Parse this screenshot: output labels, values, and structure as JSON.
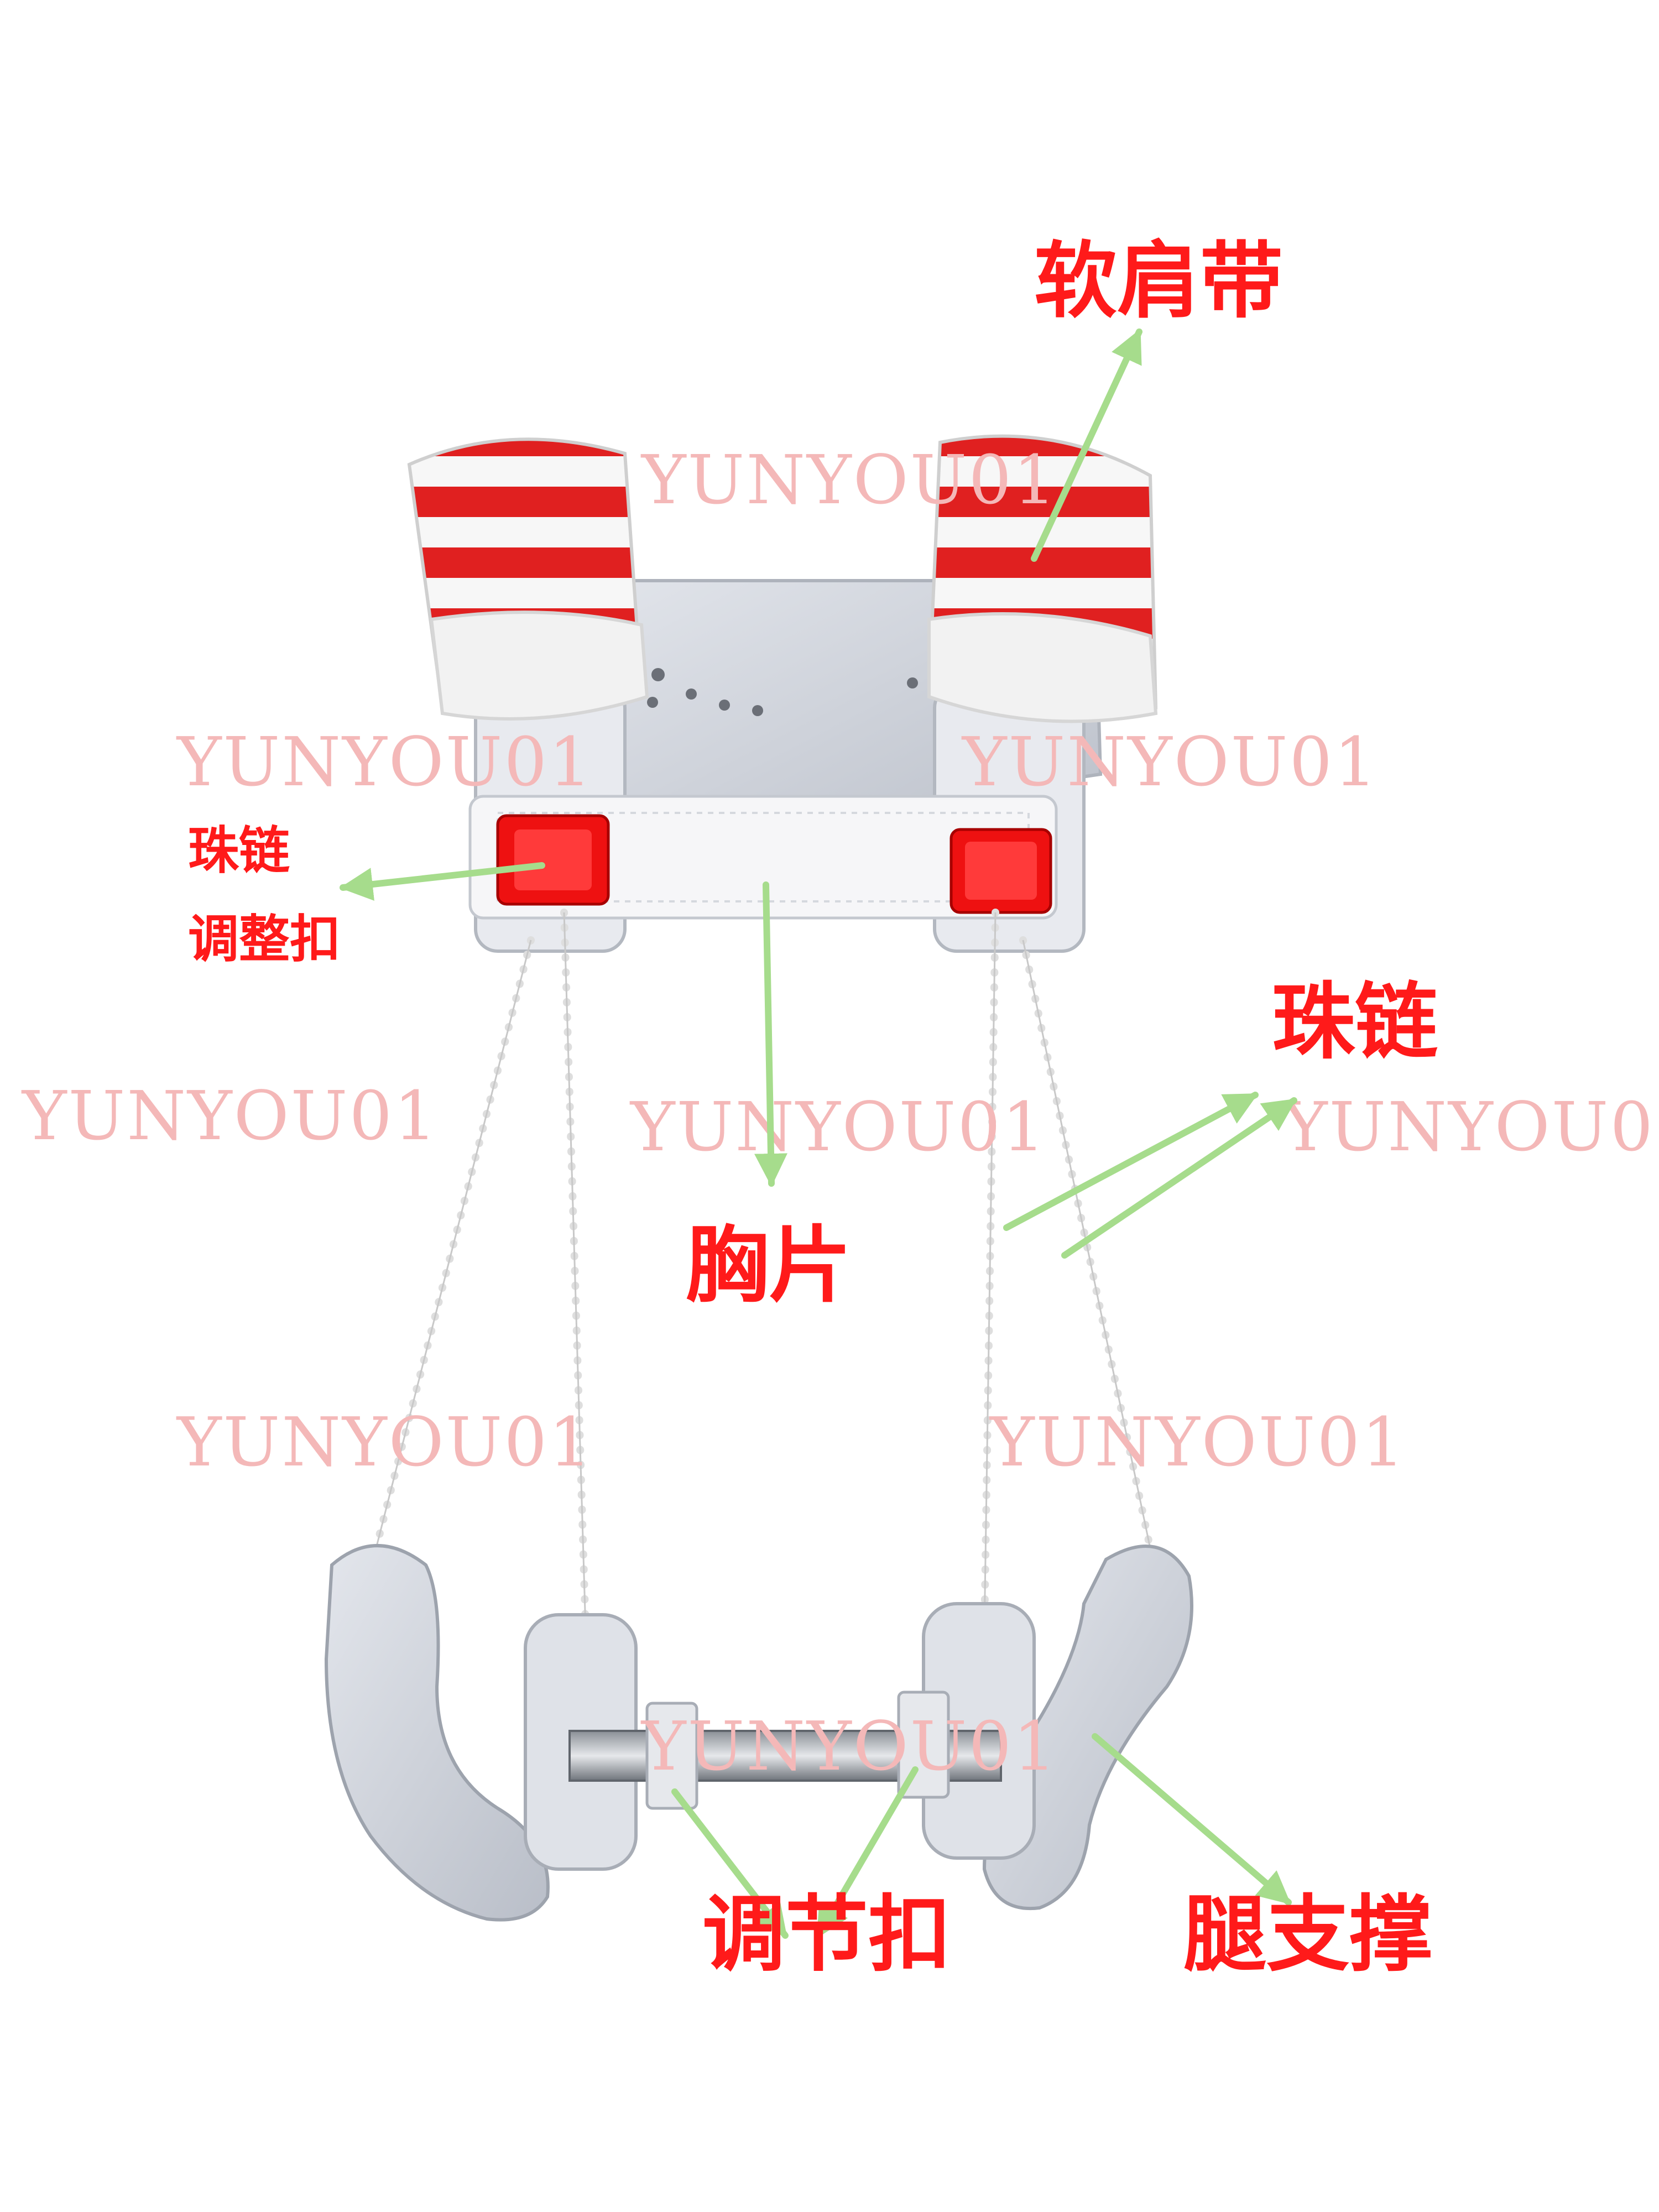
{
  "labels": {
    "soft_shoulder_strap": "软肩带",
    "bead_chain": "珠链",
    "bead_chain_adjust_line1": "珠链",
    "bead_chain_adjust_line2": "调整扣",
    "chest_plate": "胸片",
    "adjust_buckle": "调节扣",
    "leg_support": "腿支撑"
  },
  "watermark": "YUNYOU01",
  "colors": {
    "label_red": "#ff1a1a",
    "arrow_green": "#a6dc8c",
    "stripe_red": "#e02020",
    "plastic_grey": "#d7dbe3",
    "watermark_pink": "#f4b8b8"
  }
}
